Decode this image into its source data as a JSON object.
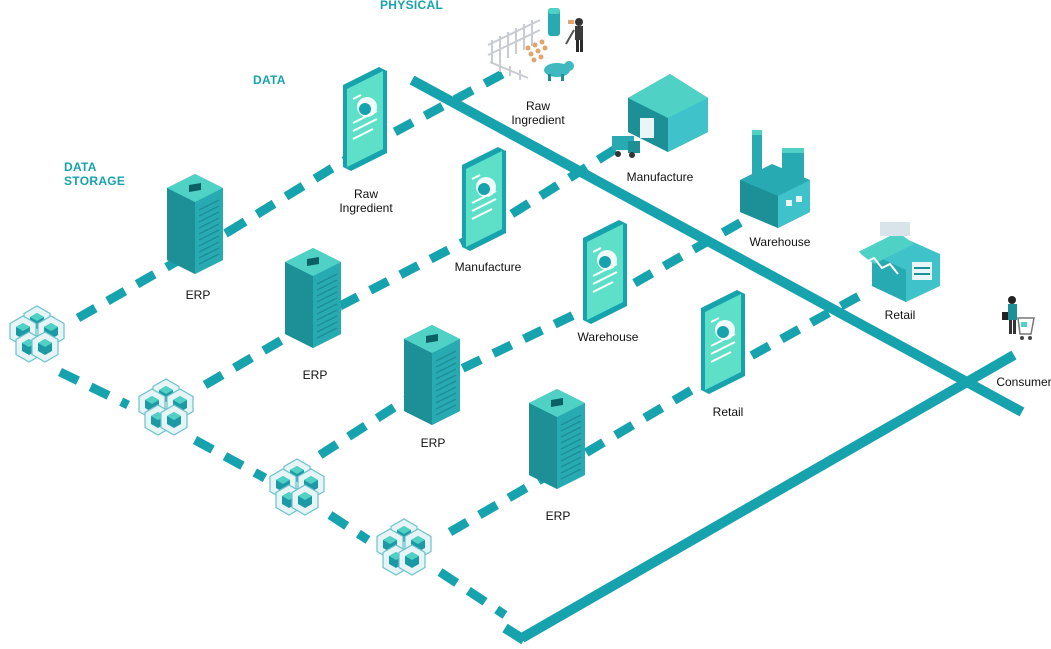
{
  "headings": {
    "physical": "PHYSICAL",
    "data": "DATA",
    "data_storage": "DATA\nSTORAGE"
  },
  "physical_stages": [
    {
      "label": "Raw\nIngredient",
      "icon": "farm-icon"
    },
    {
      "label": "Manufacture",
      "icon": "factory-building-icon"
    },
    {
      "label": "Warehouse",
      "icon": "warehouse-plant-icon"
    },
    {
      "label": "Retail",
      "icon": "store-icon"
    },
    {
      "label": "Consumer",
      "icon": "shopper-icon"
    }
  ],
  "data_stages": [
    {
      "label": "Raw\nIngredient",
      "icon": "document-icon"
    },
    {
      "label": "Manufacture",
      "icon": "document-icon"
    },
    {
      "label": "Warehouse",
      "icon": "document-icon"
    },
    {
      "label": "Retail",
      "icon": "document-icon"
    }
  ],
  "storage": [
    {
      "label": "ERP",
      "icon": "server-icon"
    },
    {
      "label": "ERP",
      "icon": "server-icon"
    },
    {
      "label": "ERP",
      "icon": "server-icon"
    },
    {
      "label": "ERP",
      "icon": "server-icon"
    }
  ],
  "blockchain_nodes": [
    "blockchain-icon",
    "blockchain-icon",
    "blockchain-icon",
    "blockchain-icon"
  ],
  "colors": {
    "teal": "#17a3ad",
    "teal_dark": "#0f7f88",
    "teal_light": "#4fd1c5",
    "server_side": "#1d8f97",
    "server_front": "#27aab2",
    "doc_bg": "#5ee0c8",
    "doc_frame": "#17a3ad",
    "hex_fill": "#e6f4f6",
    "hex_stroke": "#6cc3cc",
    "cube": "#1b9aa5"
  }
}
